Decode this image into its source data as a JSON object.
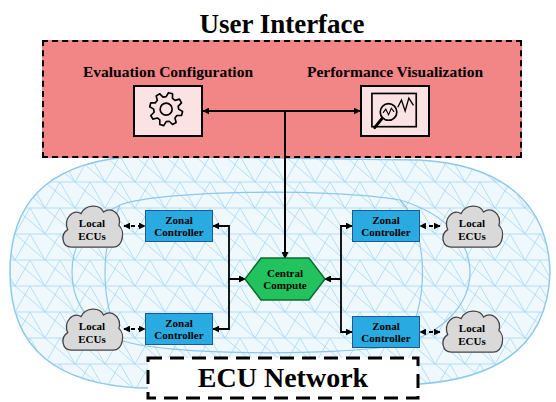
{
  "diagram": {
    "nodes": [
      {
        "text": [
          "User Interface"
        ]
      },
      {
        "text": [
          "Evaluation Configuration"
        ],
        "in": 0
      },
      {
        "text": [
          "Performance Visualization"
        ],
        "in": 0
      },
      {
        "text": [
          "Local ECUs"
        ]
      },
      {
        "text": [
          "Zonal Controller"
        ]
      },
      {
        "text": [
          "Central Compute"
        ]
      },
      {
        "text": [
          "Zonal Controller"
        ]
      },
      {
        "text": [
          "Local ECUs"
        ]
      },
      {
        "text": [
          "Local ECUs"
        ]
      },
      {
        "text": [
          "Zonal Controller"
        ]
      },
      {
        "text": [
          "Zonal Controller"
        ]
      },
      {
        "text": [
          "Local ECUs"
        ]
      }
    ],
    "edges": [
      {
        "from": 1,
        "to": 2,
        "arrow": "both"
      },
      {
        "from": 1,
        "to": 5,
        "arrow": "to"
      },
      {
        "from": 2,
        "to": 5,
        "arrow": "to"
      },
      {
        "from": 3,
        "to": 4,
        "arrow": "both"
      },
      {
        "from": 4,
        "to": 5,
        "arrow": "both"
      },
      {
        "from": 6,
        "to": 5,
        "arrow": "both"
      },
      {
        "from": 7,
        "to": 6,
        "arrow": "both"
      },
      {
        "from": 8,
        "to": 9,
        "arrow": "both"
      },
      {
        "from": 9,
        "to": 5,
        "arrow": "both"
      },
      {
        "from": 10,
        "to": 5,
        "arrow": "both"
      },
      {
        "from": 11,
        "to": 10,
        "arrow": "both"
      }
    ],
    "labels": [
      "ECU Network"
    ]
  }
}
